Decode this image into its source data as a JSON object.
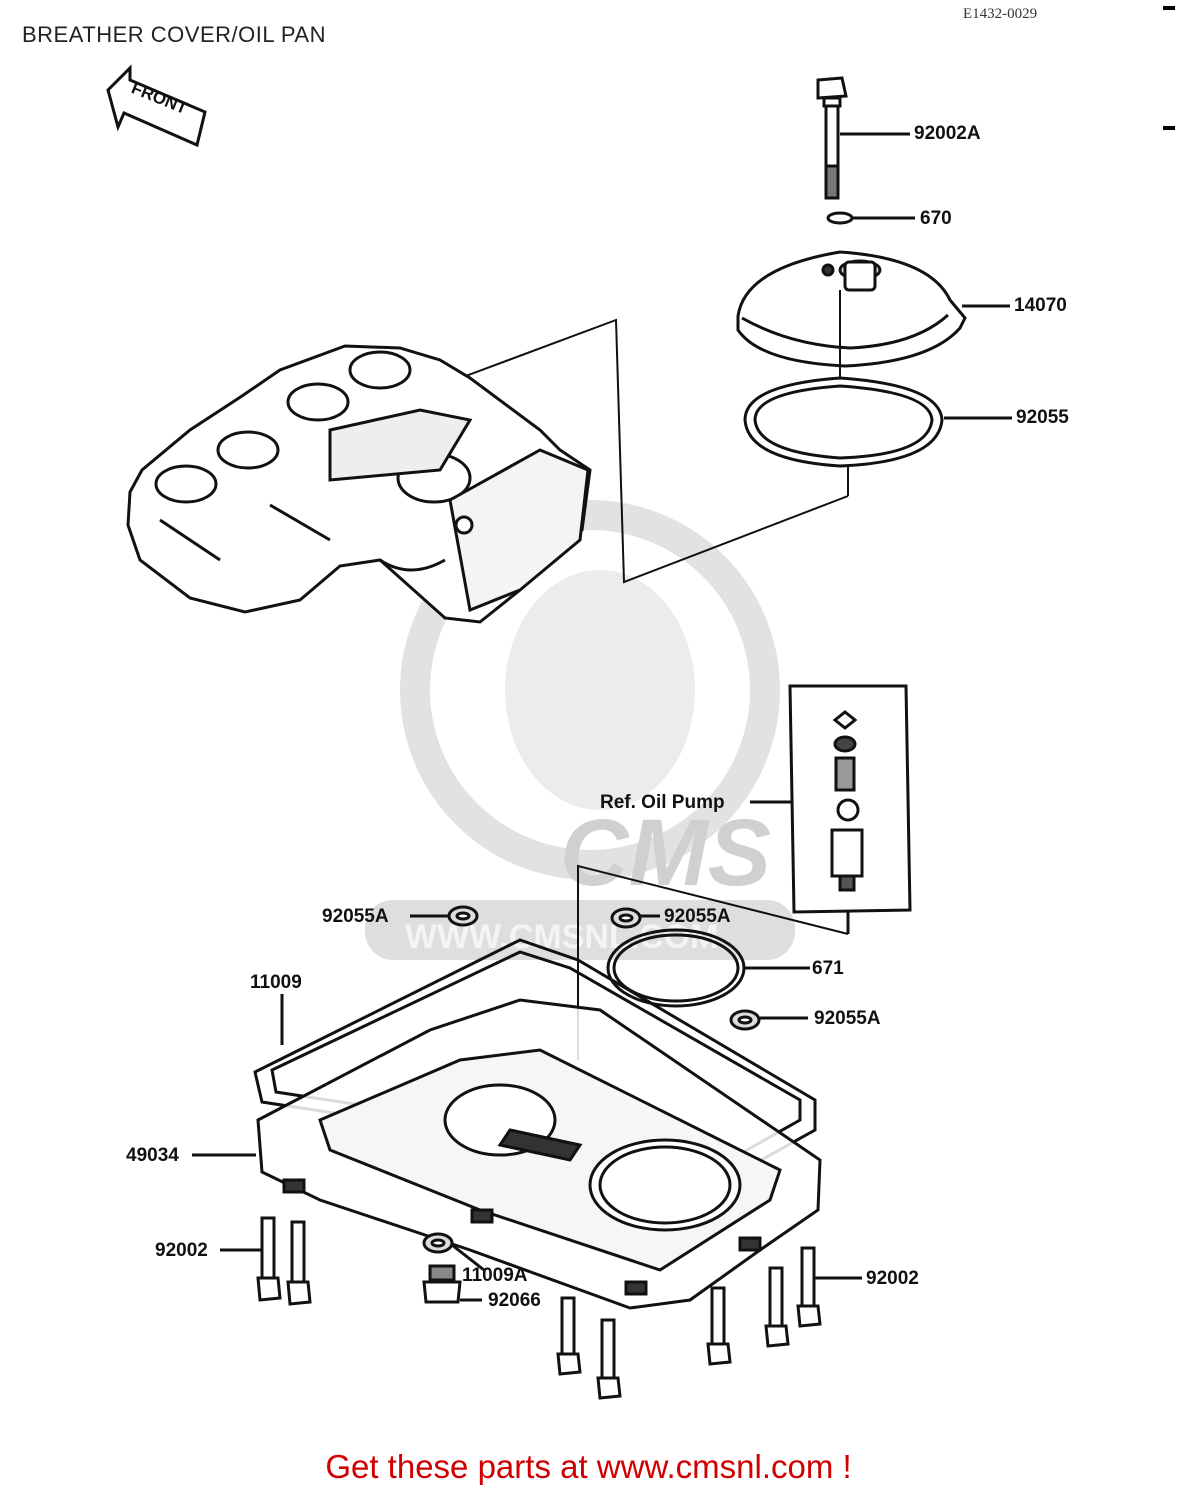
{
  "header": {
    "title": "BREATHER COVER/OIL PAN",
    "drawing_code": "E1432-0029"
  },
  "diagram": {
    "front_arrow_label": "FRONT",
    "watermark": {
      "logo_text": "CMS",
      "url_text": "WWW.CMSNL.COM"
    },
    "part_labels": {
      "p92002A": "92002A",
      "p670": "670",
      "p14070": "14070",
      "p92055": "92055",
      "ref_oil_pump": "Ref.  Oil Pump",
      "p92055A_left": "92055A",
      "p92055A_mid": "92055A",
      "p671": "671",
      "p92055A_right": "92055A",
      "p11009": "11009",
      "p49034": "49034",
      "p92002_left": "92002",
      "p11009A": "11009A",
      "p92066": "92066",
      "p92002_right": "92002"
    }
  },
  "footer": {
    "cta": "Get these parts at www.cmsnl.com !"
  },
  "colors": {
    "line": "#111111",
    "watermark": "#d6d6d6",
    "cta": "#d10000"
  }
}
